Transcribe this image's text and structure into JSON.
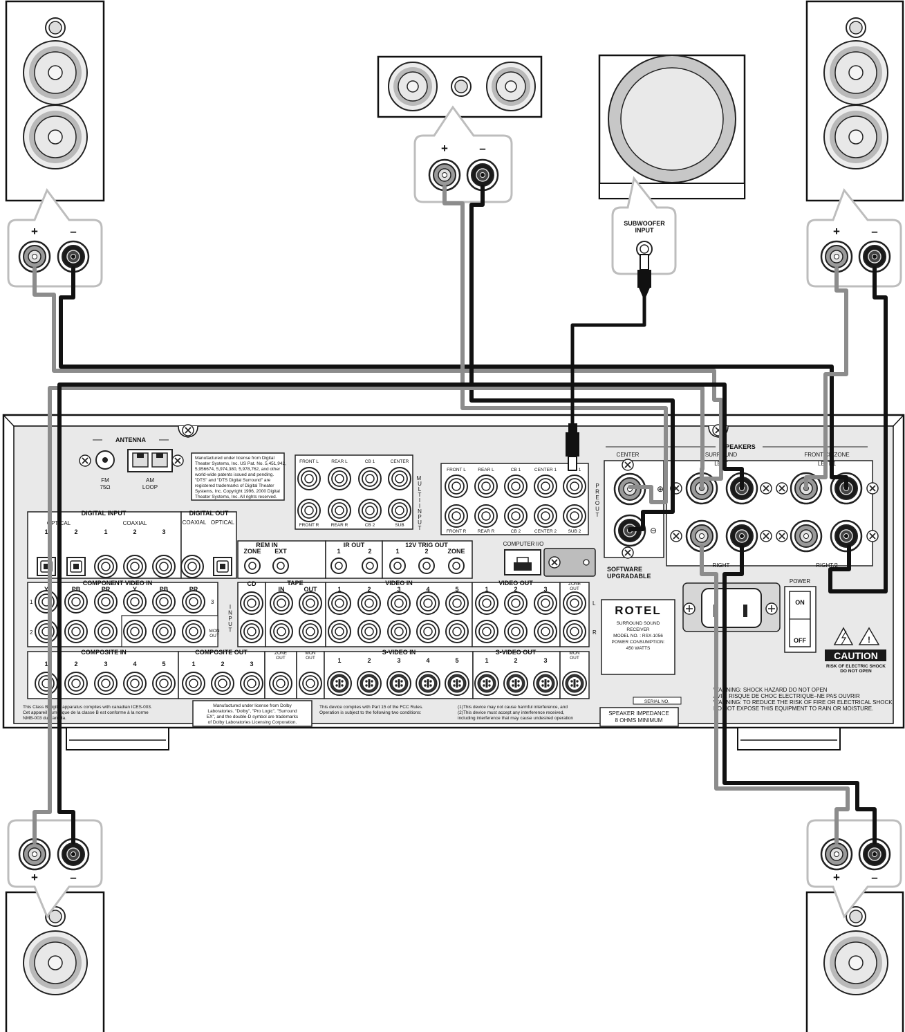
{
  "colors": {
    "cable_dark": "#111111",
    "cable_light": "#8c8c8c",
    "panel_bg": "#e9e9e9",
    "panel_stroke": "#222222",
    "callout_stroke": "#bdbdbd",
    "caution_bg": "#1a1a1a"
  },
  "icons": [
    "speaker-cabinet-icon",
    "tweeter-icon",
    "woofer-icon",
    "binding-post-icon",
    "rca-jack-icon",
    "optical-jack-icon",
    "svideo-jack-icon",
    "screw-icon",
    "power-inlet-icon",
    "power-switch-icon",
    "warning-triangle-icon",
    "rj45-port-icon",
    "fm-antenna-icon",
    "am-loop-terminal-icon"
  ],
  "speakers": {
    "plus": "+",
    "minus": "–",
    "subwoofer_input": "SUBWOOFER\nINPUT"
  },
  "antenna": {
    "title": "ANTENNA",
    "fm": "FM",
    "fm_ohm": "75Ω",
    "am": "AM",
    "am_loop": "LOOP",
    "dts_notice": [
      "Manufactured under license from Digital",
      "Theater Systems, Inc. US Pat. No. 5,451,942,",
      "5,956674, 5,974,380, 5,978,762, and other",
      "world-wide patents issued and pending.",
      "\"DTS\" and \"DTS Digital Surround\" are",
      "registered trademarks of Digital Theater",
      "Systems, Inc. Copyright 1996, 2000 Digital",
      "Theater Systems, Inc. All rights reserved."
    ]
  },
  "multi_input": {
    "top": [
      "FRONT L",
      "REAR L",
      "CB 1",
      "CENTER"
    ],
    "bottom": [
      "FRONT R",
      "REAR R",
      "CB 2",
      "SUB"
    ],
    "side": "MULTI INPUT"
  },
  "pre_out": {
    "top": [
      "FRONT L",
      "REAR L",
      "CB 1",
      "CENTER 1",
      "SUB 1"
    ],
    "bottom": [
      "FRONT R",
      "REAR R",
      "CB 2",
      "CENTER 2",
      "SUB 2"
    ],
    "side": "PRE OUT"
  },
  "speakers_panel": {
    "title": "SPEAKERS",
    "center": "CENTER",
    "surround": "SURROUND",
    "front": "FRONT/CB/ZONE",
    "left": "LEFT",
    "left1": "LEFT/1",
    "right": "RIGHT",
    "right2": "RIGHT/2",
    "software": "SOFTWARE\nUPGRADABLE"
  },
  "digital_input": {
    "title": "DIGITAL INPUT",
    "optical": "OPTICAL",
    "coaxial": "COAXIAL",
    "numbers": [
      "1",
      "2",
      "1",
      "2",
      "3"
    ]
  },
  "digital_out": {
    "title": "DIGITAL OUT",
    "coaxial": "COAXIAL",
    "optical": "OPTICAL"
  },
  "rem_in": {
    "title": "REM IN",
    "zone": "ZONE",
    "ext": "EXT"
  },
  "ir_out": {
    "title": "IR OUT",
    "n1": "1",
    "n2": "2"
  },
  "trig": {
    "title": "12V TRIG OUT",
    "n1": "1",
    "n2": "2",
    "zone": "ZONE"
  },
  "computer_io": "COMPUTER I/O",
  "component": {
    "title": "COMPONENT VIDEO IN",
    "headers": [
      "Y",
      "PB",
      "PR",
      "Y",
      "PB",
      "PR"
    ],
    "row1": "1",
    "row2": "2",
    "row3": "3",
    "input": "INPUT",
    "mon_out": "MON\nOUT"
  },
  "audio": {
    "cd": "CD",
    "tape": "TAPE",
    "in": "IN",
    "out": "OUT",
    "video_in": "VIDEO IN",
    "video_in_nums": [
      "1",
      "2",
      "3",
      "4",
      "5"
    ],
    "video_out": "VIDEO OUT",
    "video_out_nums": [
      "1",
      "2",
      "3"
    ],
    "zone_out": "ZONE\nOUT",
    "l": "L",
    "r": "R"
  },
  "composite": {
    "in_title": "COMPOSITE IN",
    "in_nums": [
      "1",
      "2",
      "3",
      "4",
      "5"
    ],
    "out_title": "COMPOSITE OUT",
    "out_nums": [
      "1",
      "2",
      "3"
    ],
    "zone_out": "ZONE\nOUT",
    "mon_out": "MON\nOUT"
  },
  "svideo": {
    "in_title": "S-VIDEO IN",
    "in_nums": [
      "1",
      "2",
      "3",
      "4",
      "5"
    ],
    "out_title": "S-VIDEO OUT",
    "out_nums": [
      "1",
      "2",
      "3"
    ],
    "mon_out": "MON\nOUT"
  },
  "rotel": {
    "logo": "ROTEL",
    "lines": [
      "SURROUND SOUND",
      "RECEIVER",
      "MODEL NO. : RSX-1056",
      "POWER CONSUMPTION:",
      "450 WATTS"
    ]
  },
  "power": {
    "title": "POWER",
    "on": "ON",
    "off": "OFF"
  },
  "caution": {
    "title": "CAUTION",
    "l1": "RISK OF ELECTRIC SHOCK",
    "l2": "DO NOT OPEN"
  },
  "notices": {
    "canada": [
      "This Class B digital apparatus complies with canadian ICES-003.",
      "Cet appareil numérique de la classe B est conforme à la norme",
      "NMB-003 du Canada."
    ],
    "dolby": [
      "Manufactured under license from Dolby",
      "Laboratories. \"Dolby\", \"Pro Logic\", \"Surround",
      "EX\", and the double-D symbol are trademarks",
      "of Dolby Laboratories Licensing Corporation."
    ],
    "fcc": [
      "This device complies with Part 15 of the FCC Rules.",
      "Operation is subject to the following two conditions:"
    ],
    "fcc2": [
      "(1)This device may not cause harmful interference, and",
      "(2)This device must accept any interference received,",
      "including interference that may cause undesired operation"
    ],
    "serial": "SERIAL NO.",
    "impedance": [
      "SPEAKER IMPEDANCE",
      "8 OHMS MINIMUM"
    ],
    "warning": [
      "WARNING:  SHOCK HAZARD DO NOT OPEN",
      "AVIS:  RISQUE DE CHOC ELECTRIQUE–NE PAS OUVRIR",
      "WARNING: TO REDUCE THE RISK OF FIRE OR ELECTRICAL SHOCK,",
      "DO NOT EXPOSE THIS EQUIPMENT TO RAIN OR MOISTURE."
    ]
  }
}
